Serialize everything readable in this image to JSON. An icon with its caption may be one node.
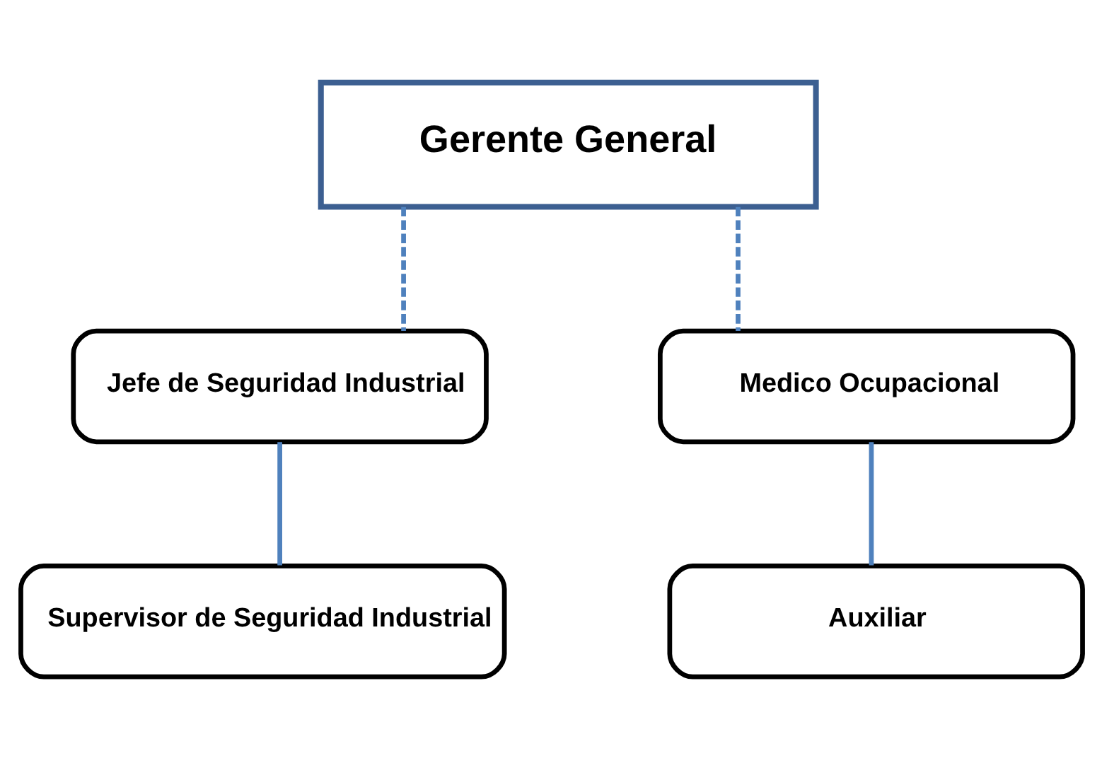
{
  "diagram": {
    "nodes": [
      {
        "text": [
          "Gerente General"
        ]
      },
      {
        "text": [
          "Jefe de Seguridad Industrial"
        ]
      },
      {
        "text": [
          "Medico Ocupacional"
        ]
      },
      {
        "text": [
          "Supervisor de Seguridad Industrial"
        ]
      },
      {
        "text": [
          "Auxiliar"
        ]
      }
    ],
    "edges": [
      {
        "from": 0,
        "to": 1,
        "arrow": "none",
        "style": "dashed"
      },
      {
        "from": 0,
        "to": 2,
        "arrow": "none",
        "style": "dashed"
      },
      {
        "from": 1,
        "to": 3,
        "arrow": "none"
      },
      {
        "from": 2,
        "to": 4,
        "arrow": "none"
      }
    ]
  }
}
